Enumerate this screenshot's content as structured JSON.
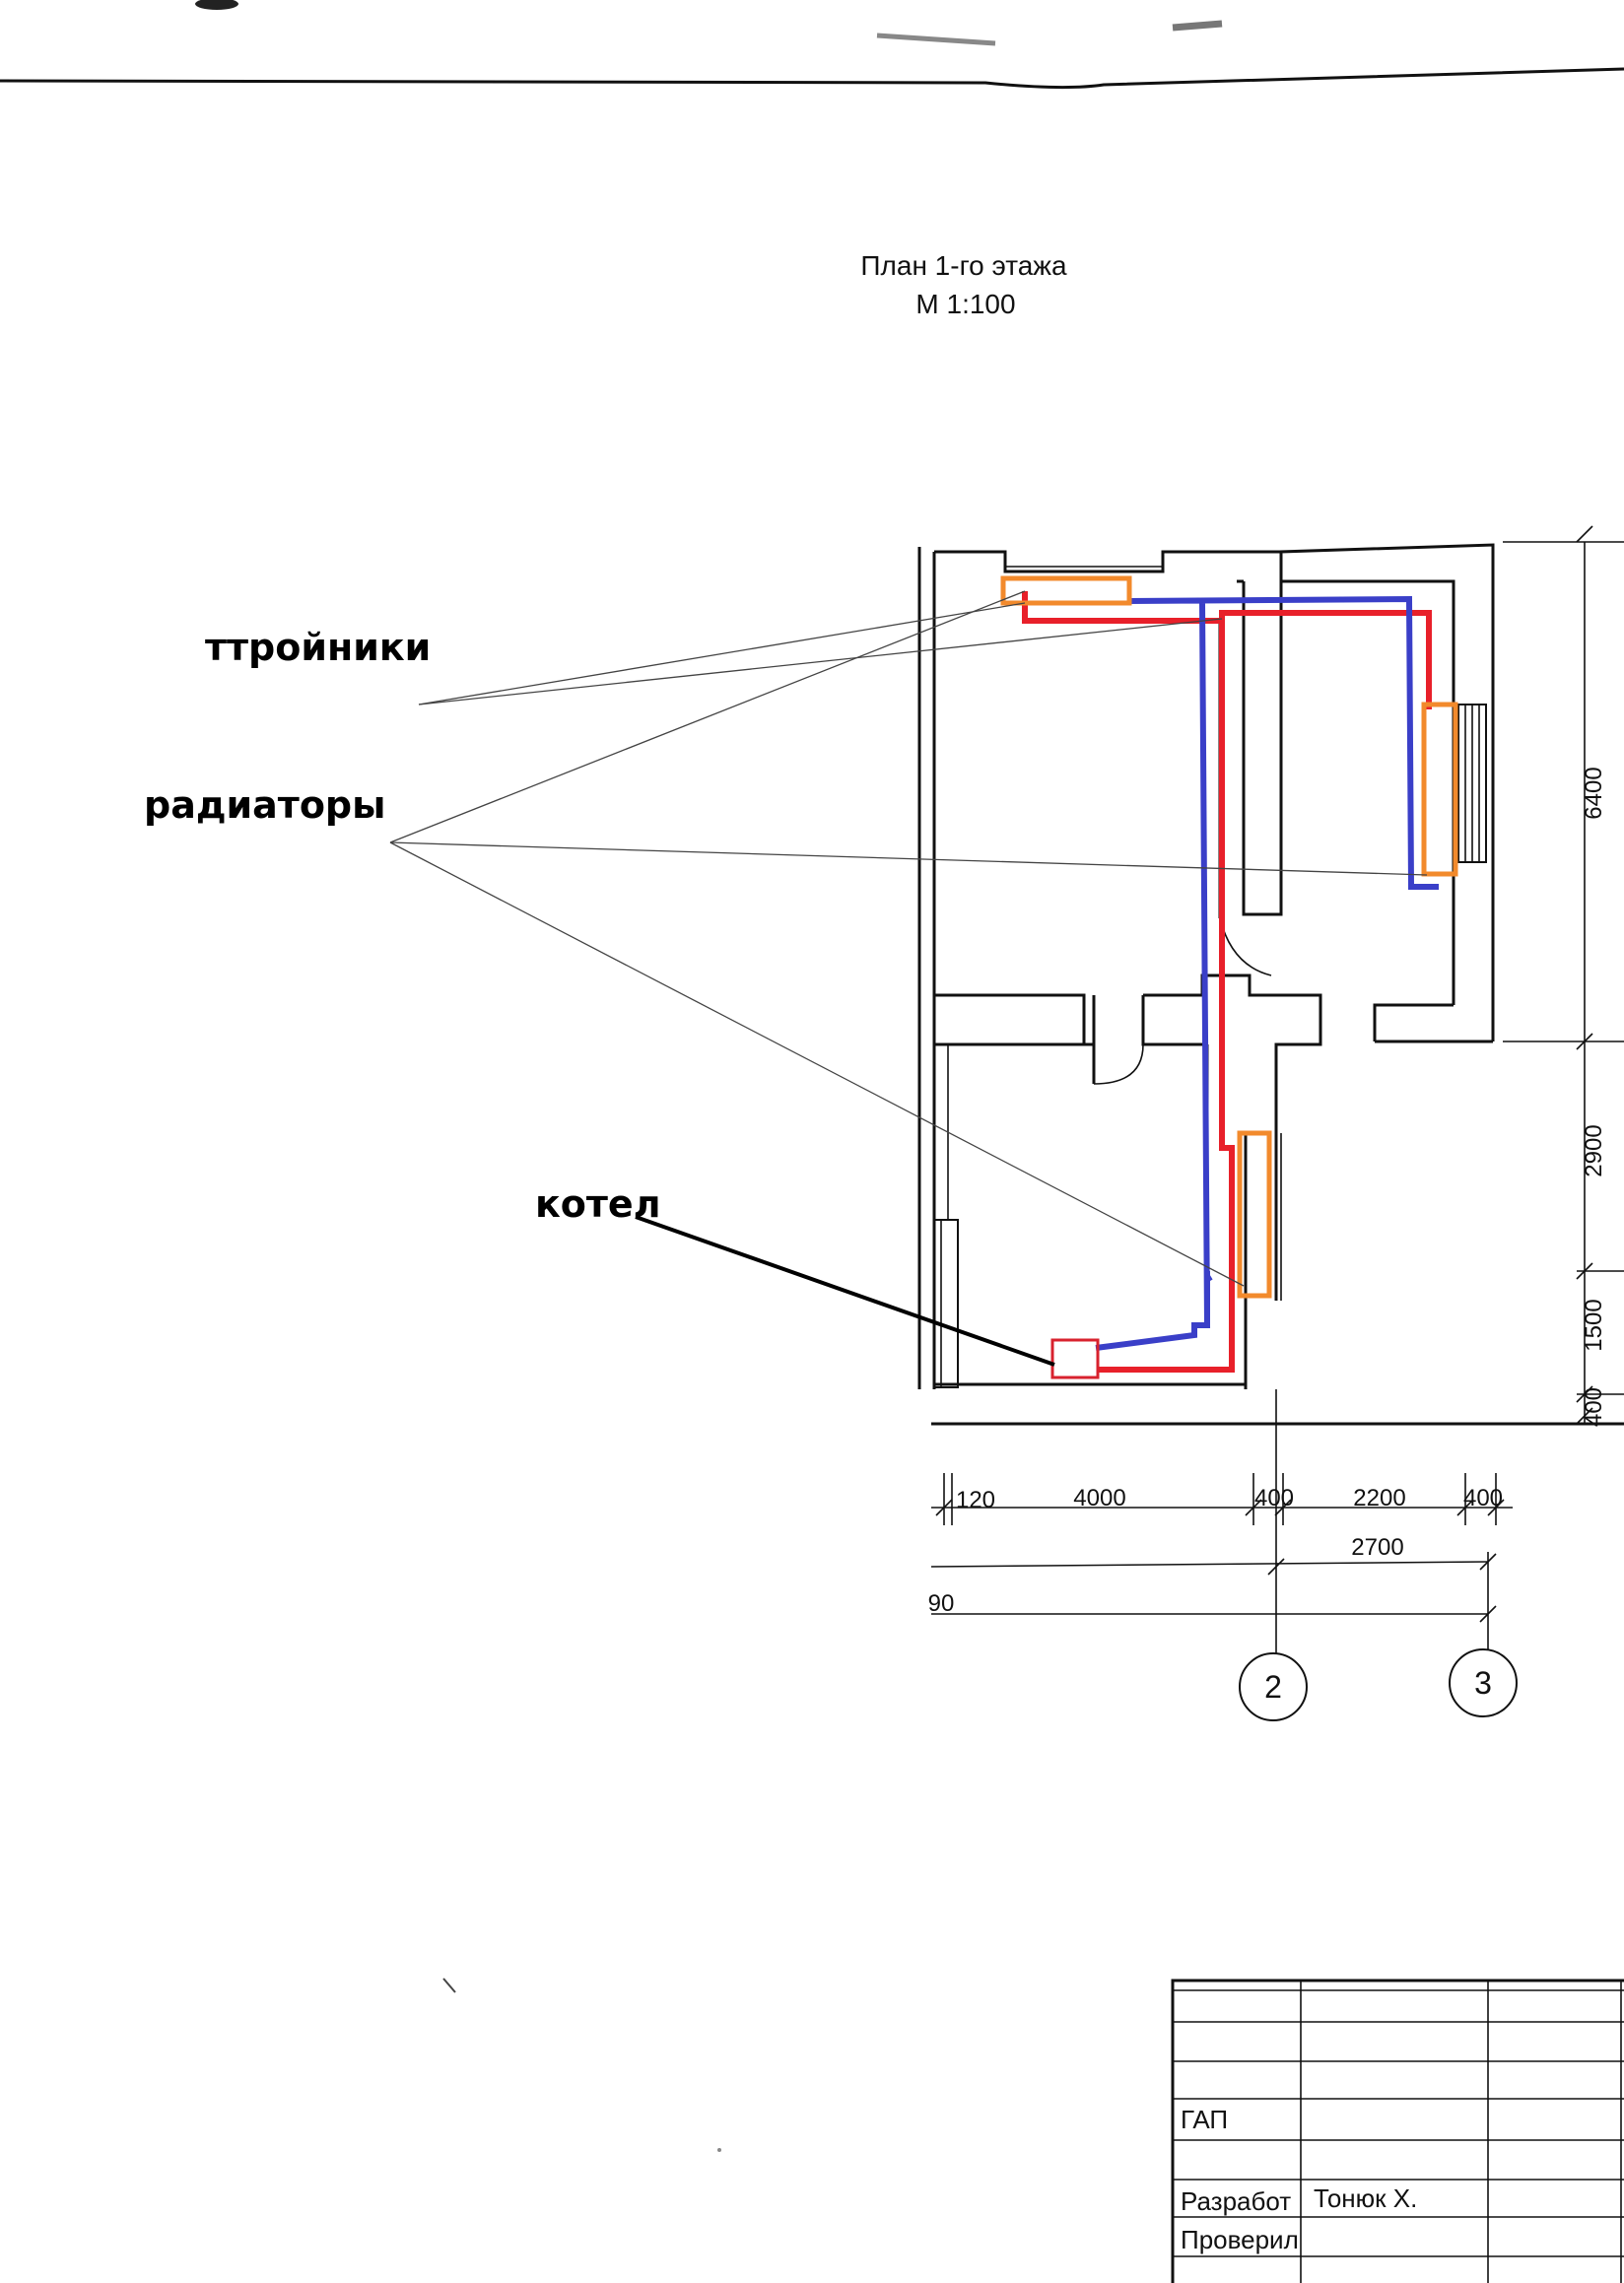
{
  "drawing": {
    "title": "План 1-го этажа",
    "scale": "М 1:100"
  },
  "annotations": {
    "tees": "ттройники",
    "radiators": "радиаторы",
    "boiler": "котел"
  },
  "dimensions": {
    "vertical": [
      "6400",
      "2900",
      "1500",
      "400"
    ],
    "horizontal_row1": [
      "120",
      "4000",
      "400",
      "2200",
      "400"
    ],
    "horizontal_row2": "2700",
    "horizontal_row3": "90"
  },
  "axes": [
    "2",
    "3"
  ],
  "title_block": {
    "gap_label": "ГАП",
    "developed_label": "Разработ",
    "developed_name": "Тонюк Х.",
    "checked_label": "Проверил"
  },
  "colors": {
    "supply_pipe": "#e8202a",
    "return_pipe": "#3a3fc8",
    "radiator_outline": "#f28a2c",
    "boiler_outline": "#d8222e"
  }
}
